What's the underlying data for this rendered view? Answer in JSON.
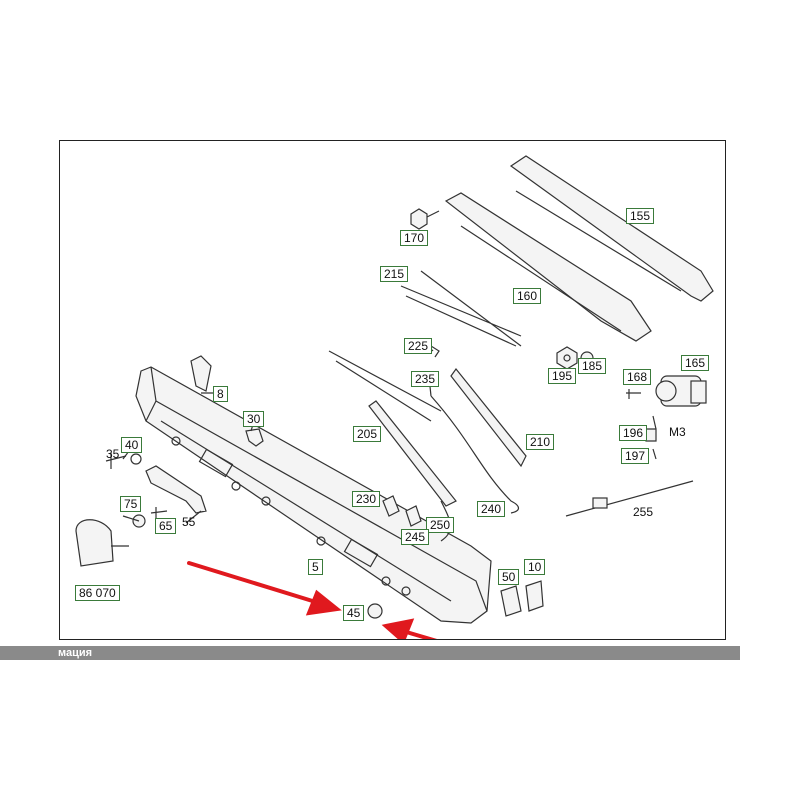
{
  "colors": {
    "callout_border": "#3a7a3a",
    "arrow": "#e0191e",
    "statusbar": "#8a8a8a"
  },
  "labels": {
    "l155": "155",
    "l170": "170",
    "l215": "215",
    "l160": "160",
    "l225": "225",
    "l195": "195",
    "l185": "185",
    "l165": "165",
    "l235": "235",
    "l168": "168",
    "l8": "8",
    "l30": "30",
    "l205": "205",
    "l210": "210",
    "l196": "196",
    "lM3": "M3",
    "l197": "197",
    "l40": "40",
    "l35": "35",
    "l230": "230",
    "l240": "240",
    "l255": "255",
    "l75": "75",
    "l65": "65",
    "l55": "55",
    "l250": "250",
    "l245": "245",
    "l86070": "86 070",
    "l5": "5",
    "l10": "10",
    "l50": "50",
    "l45": "45"
  },
  "statusbar": {
    "text": "мация"
  }
}
